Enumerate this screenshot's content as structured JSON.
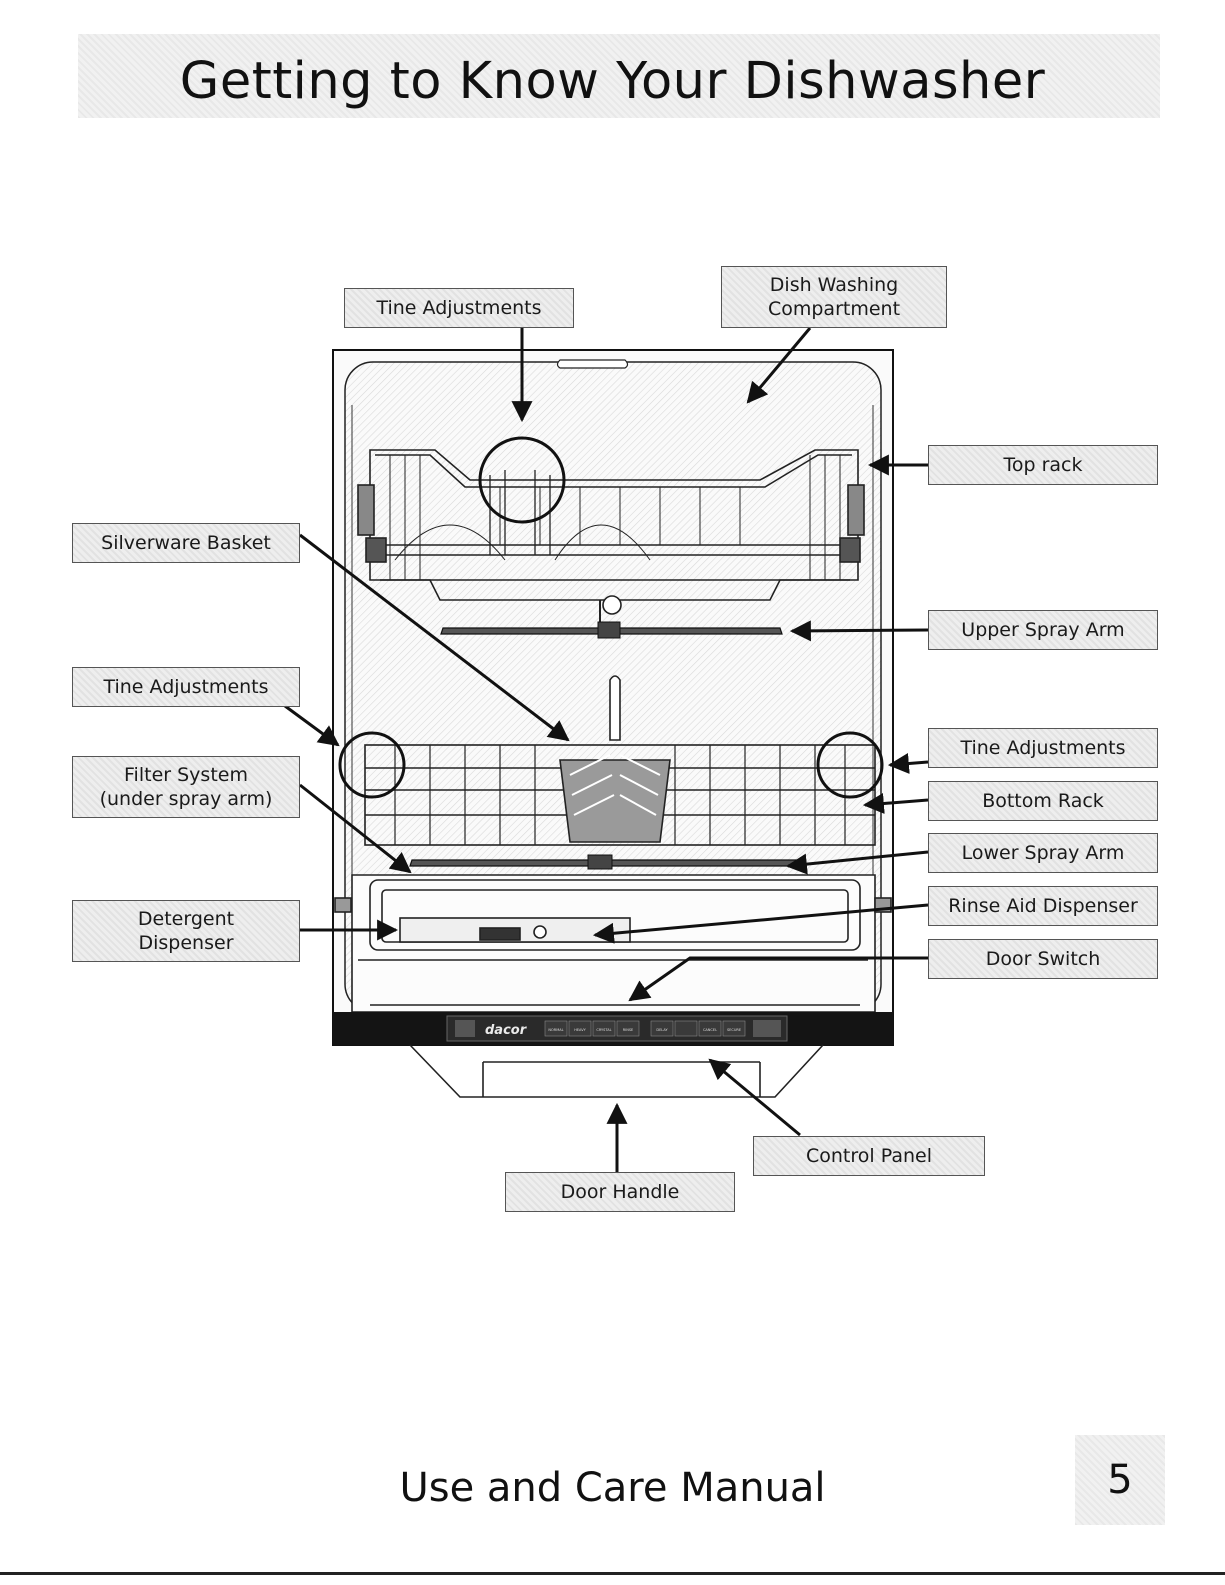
{
  "page": {
    "title": "Getting to Know Your Dishwasher",
    "footer": "Use and Care Manual",
    "page_number": "5"
  },
  "labels": {
    "tine_adjustments_top": "Tine Adjustments",
    "dish_washing_compartment": "Dish Washing\nCompartment",
    "top_rack": "Top rack",
    "silverware_basket": "Silverware Basket",
    "upper_spray_arm": "Upper Spray Arm",
    "tine_adjustments_left": "Tine Adjustments",
    "tine_adjustments_right": "Tine Adjustments",
    "filter_system": "Filter System\n(under spray arm)",
    "bottom_rack": "Bottom Rack",
    "lower_spray_arm": "Lower Spray Arm",
    "detergent_dispenser": "Detergent\nDispenser",
    "rinse_aid_dispenser": "Rinse Aid Dispenser",
    "door_switch": "Door Switch",
    "control_panel": "Control Panel",
    "door_handle": "Door Handle"
  },
  "control_panel": {
    "brand": "dacor",
    "buttons": [
      "NORMAL",
      "HEAVY",
      "CRYSTAL",
      "RINSE",
      "DELAY",
      "",
      "CANCEL",
      "SECURE"
    ]
  },
  "colors": {
    "line": "#111111",
    "panel_bar": "#141414",
    "label_fill": "#eeeeee"
  }
}
